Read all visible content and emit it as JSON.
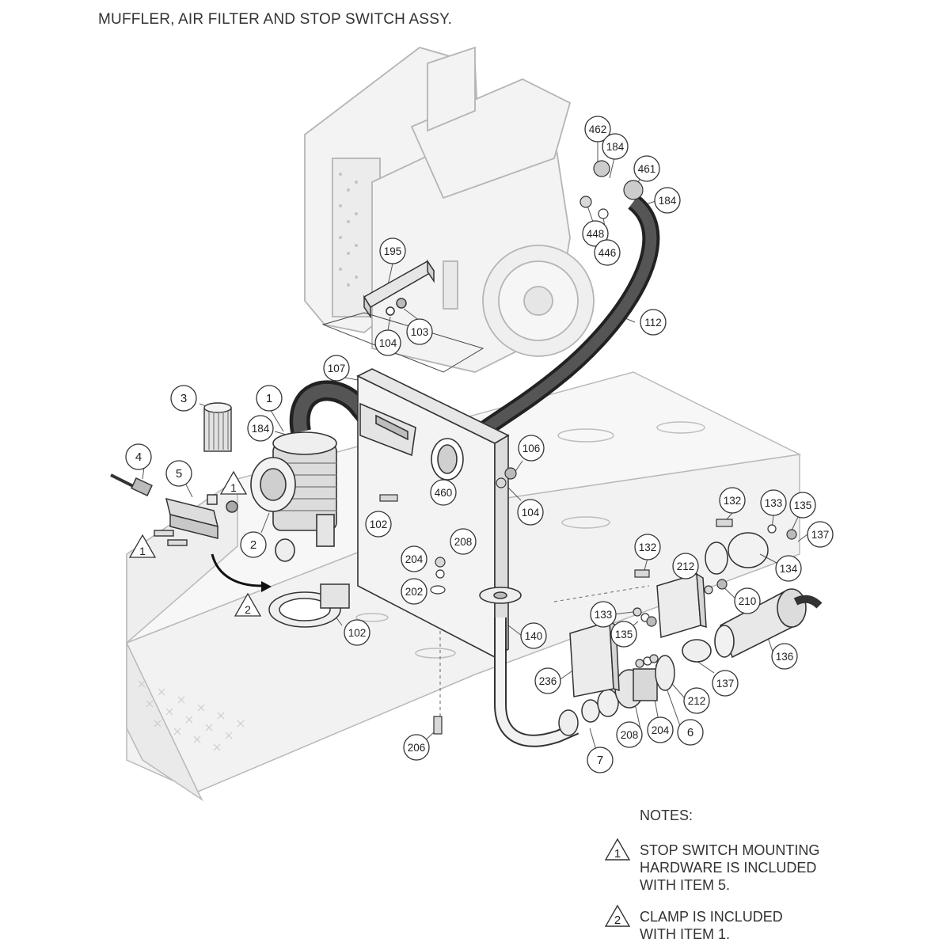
{
  "title": "MUFFLER, AIR FILTER AND STOP SWITCH ASSY.",
  "callouts": [
    {
      "id": "c462",
      "label": "462"
    },
    {
      "id": "c184a",
      "label": "184"
    },
    {
      "id": "c461",
      "label": "461"
    },
    {
      "id": "c184b",
      "label": "184"
    },
    {
      "id": "c448",
      "label": "448"
    },
    {
      "id": "c446",
      "label": "446"
    },
    {
      "id": "c195",
      "label": "195"
    },
    {
      "id": "c104a",
      "label": "104"
    },
    {
      "id": "c103",
      "label": "103"
    },
    {
      "id": "c112",
      "label": "112"
    },
    {
      "id": "c107",
      "label": "107"
    },
    {
      "id": "c3",
      "label": "3"
    },
    {
      "id": "c1",
      "label": "1"
    },
    {
      "id": "c184c",
      "label": "184"
    },
    {
      "id": "c4",
      "label": "4"
    },
    {
      "id": "c5",
      "label": "5"
    },
    {
      "id": "c2",
      "label": "2"
    },
    {
      "id": "c460",
      "label": "460"
    },
    {
      "id": "c106",
      "label": "106"
    },
    {
      "id": "c104b",
      "label": "104"
    },
    {
      "id": "c102a",
      "label": "102"
    },
    {
      "id": "c208a",
      "label": "208"
    },
    {
      "id": "c204a",
      "label": "204"
    },
    {
      "id": "c202",
      "label": "202"
    },
    {
      "id": "c102b",
      "label": "102"
    },
    {
      "id": "c132a",
      "label": "132"
    },
    {
      "id": "c133a",
      "label": "133"
    },
    {
      "id": "c135a",
      "label": "135"
    },
    {
      "id": "c137a",
      "label": "137"
    },
    {
      "id": "c132b",
      "label": "132"
    },
    {
      "id": "c212a",
      "label": "212"
    },
    {
      "id": "c134",
      "label": "134"
    },
    {
      "id": "c210",
      "label": "210"
    },
    {
      "id": "c133b",
      "label": "133"
    },
    {
      "id": "c135b",
      "label": "135"
    },
    {
      "id": "c140",
      "label": "140"
    },
    {
      "id": "c136",
      "label": "136"
    },
    {
      "id": "c137b",
      "label": "137"
    },
    {
      "id": "c236",
      "label": "236"
    },
    {
      "id": "c212b",
      "label": "212"
    },
    {
      "id": "c208b",
      "label": "208"
    },
    {
      "id": "c204b",
      "label": "204"
    },
    {
      "id": "c6",
      "label": "6"
    },
    {
      "id": "c7",
      "label": "7"
    },
    {
      "id": "c206",
      "label": "206"
    }
  ],
  "triangles": [
    {
      "id": "t1a",
      "label": "1"
    },
    {
      "id": "t1b",
      "label": "1"
    },
    {
      "id": "t2",
      "label": "2"
    }
  ],
  "notes": {
    "heading": "NOTES:",
    "items": [
      {
        "symbol": "1",
        "lines": [
          "STOP SWITCH MOUNTING",
          "HARDWARE IS INCLUDED",
          "WITH ITEM 5."
        ]
      },
      {
        "symbol": "2",
        "lines": [
          "CLAMP IS INCLUDED",
          "WITH ITEM 1."
        ]
      }
    ]
  }
}
